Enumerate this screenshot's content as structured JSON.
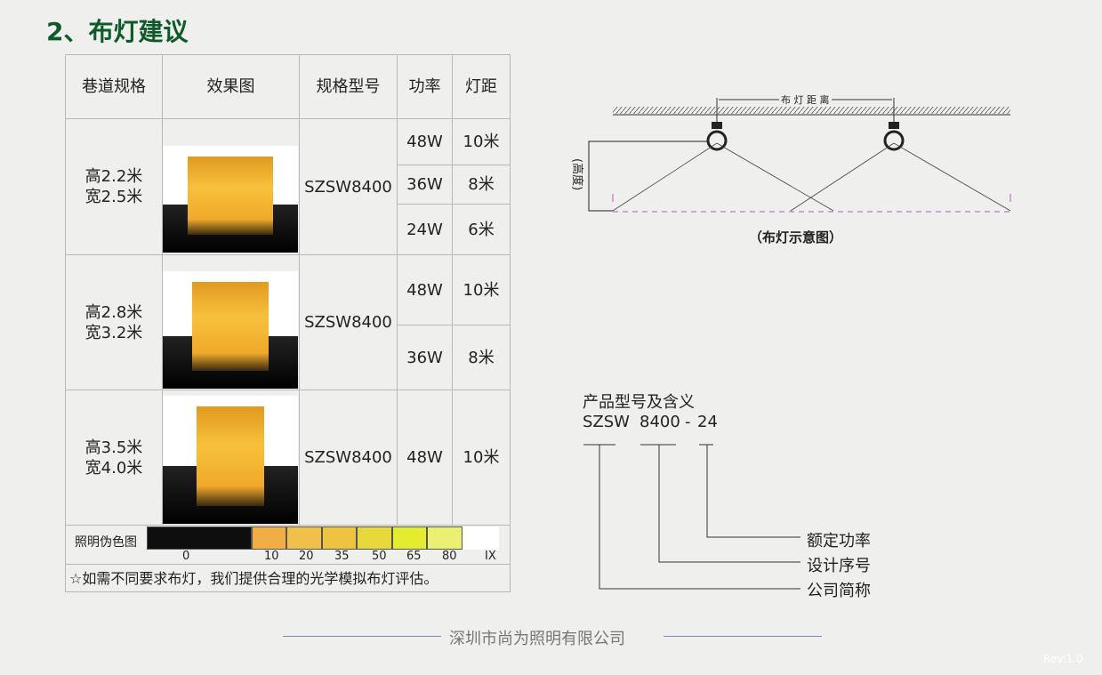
{
  "title": "2、布灯建议",
  "table": {
    "headers": [
      "巷道规格",
      "效果图",
      "规格型号",
      "功率",
      "灯距"
    ],
    "rows": [
      {
        "spec": "高2.2米\n宽2.5米",
        "model": "SZSW8400",
        "options": [
          {
            "power": "48W",
            "distance": "10米"
          },
          {
            "power": "36W",
            "distance": "8米"
          },
          {
            "power": "24W",
            "distance": "6米"
          }
        ]
      },
      {
        "spec": "高2.8米\n宽3.2米",
        "model": "SZSW8400",
        "options": [
          {
            "power": "48W",
            "distance": "10米"
          },
          {
            "power": "36W",
            "distance": "8米"
          }
        ]
      },
      {
        "spec": "高3.5米\n宽4.0米",
        "model": "SZSW8400",
        "options": [
          {
            "power": "48W",
            "distance": "10米"
          }
        ]
      }
    ],
    "legend": {
      "label": "照明伪色图",
      "ticks": [
        "0",
        "10",
        "20",
        "35",
        "50",
        "65",
        "80",
        "IX"
      ],
      "colors": [
        "#0e0e0e",
        "#f2ad45",
        "#f0c04a",
        "#eec43e",
        "#e8d93a",
        "#e4ec30",
        "#ecf070",
        "#ffffff"
      ]
    },
    "note": "☆如需不同要求布灯，我们提供合理的光学模拟布灯评估。"
  },
  "diagram": {
    "spacing_label": "布 灯 距 离",
    "height_label": "(高度)",
    "caption": "（布灯示意图）"
  },
  "product": {
    "heading": "产品型号及含义",
    "code_a": "SZSW",
    "code_b": "8400",
    "code_sep": "-",
    "code_c": "24",
    "labels": [
      "额定功率",
      "设计序号",
      "公司简称"
    ]
  },
  "footer": {
    "company": "深圳市尚为照明有限公司",
    "rev": "Rev:1.0"
  }
}
